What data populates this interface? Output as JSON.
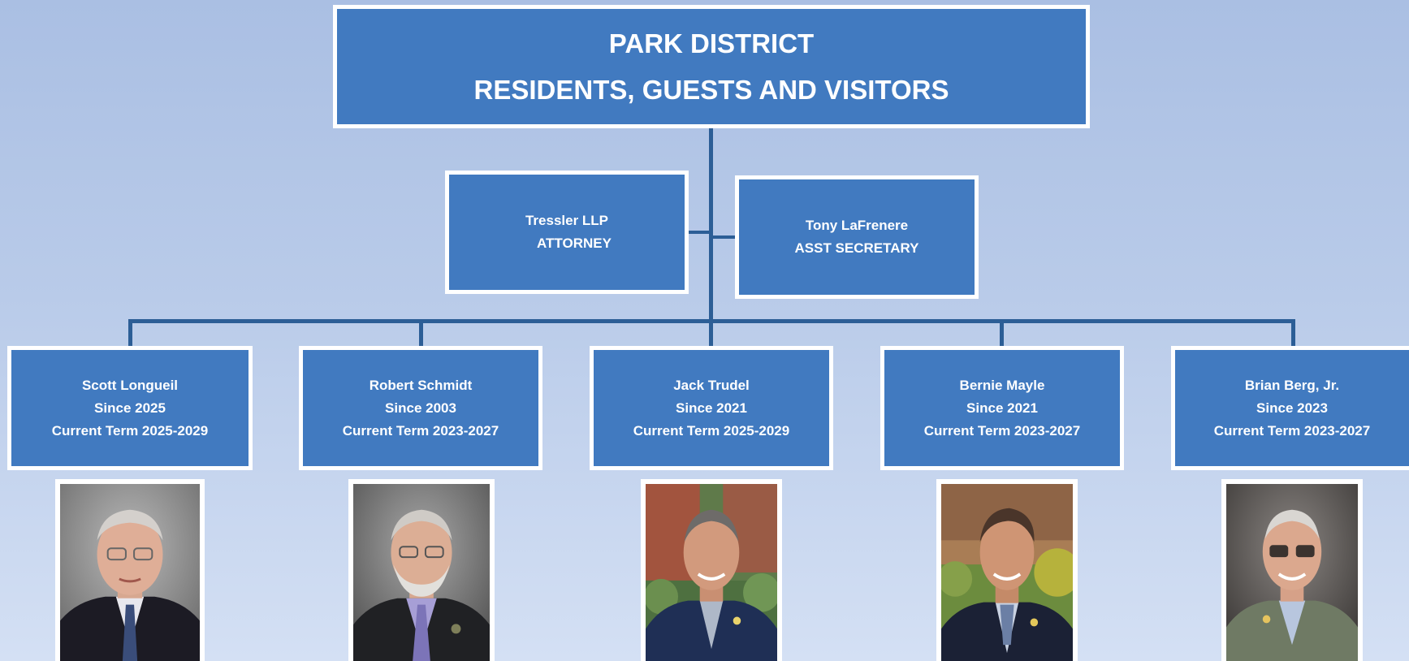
{
  "header": {
    "line1": "PARK DISTRICT",
    "line2": "RESIDENTS, GUESTS AND VISITORS"
  },
  "advisors": [
    {
      "name": "Tressler LLP",
      "role": "ATTORNEY"
    },
    {
      "name": "Tony LaFrenere",
      "role": "ASST SECRETARY"
    }
  ],
  "members": [
    {
      "name": "Scott Longueil",
      "since": "Since 2025",
      "term": "Current Term 2025-2029"
    },
    {
      "name": "Robert Schmidt",
      "since": "Since 2003",
      "term": "Current Term 2023-2027"
    },
    {
      "name": "Jack Trudel",
      "since": "Since 2021",
      "term": "Current Term 2025-2029"
    },
    {
      "name": "Bernie Mayle",
      "since": "Since 2021",
      "term": "Current Term 2023-2027"
    },
    {
      "name": "Brian Berg, Jr.",
      "since": "Since 2023",
      "term": "Current Term 2023-2027"
    }
  ],
  "colors": {
    "box_fill": "#417ac0",
    "box_border": "#ffffff",
    "connector": "#2c5e96",
    "text": "#ffffff"
  }
}
